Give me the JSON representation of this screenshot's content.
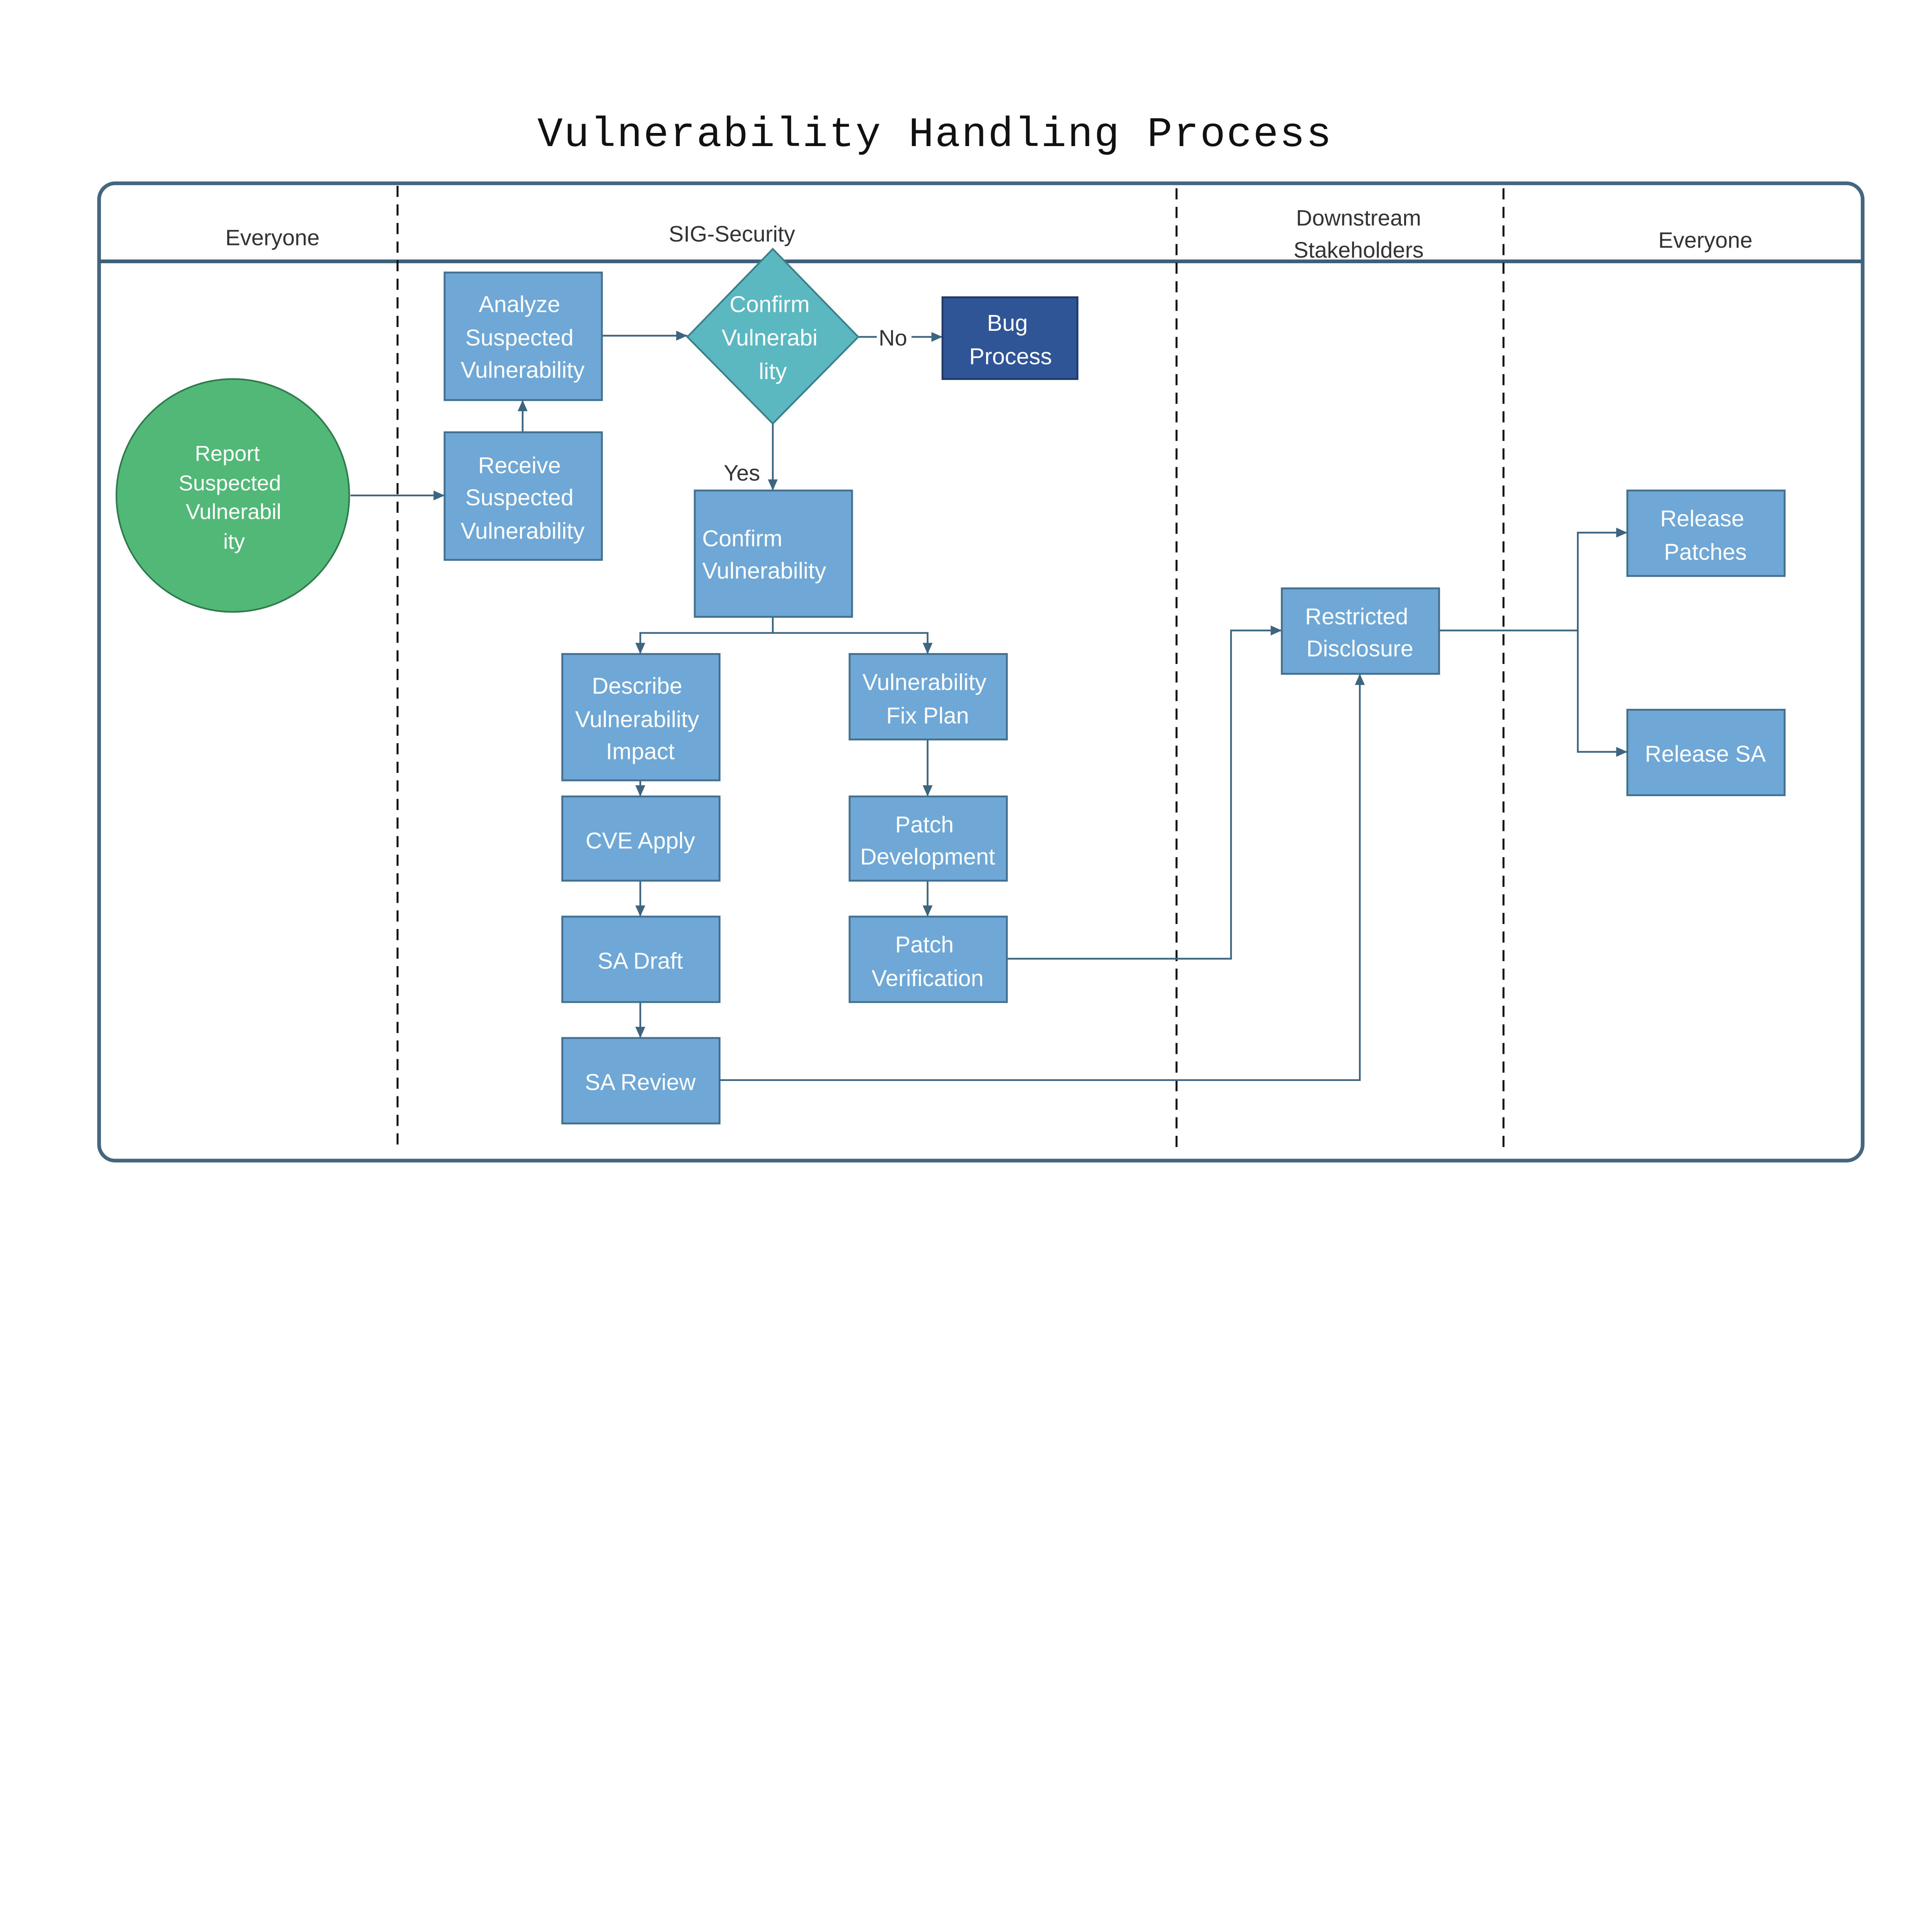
{
  "title": "Vulnerability Handling Process",
  "colors": {
    "frame": "#44667f",
    "process_box": "#6fa8d6",
    "decision": "#5bb8c0",
    "bug_process": "#2f5597",
    "start": "#52b877"
  },
  "lanes": [
    {
      "lines": [
        "Everyone"
      ]
    },
    {
      "lines": [
        "SIG-Security"
      ]
    },
    {
      "lines": [
        "Downstream",
        "Stakeholders"
      ]
    },
    {
      "lines": [
        "Everyone"
      ]
    }
  ],
  "nodes": {
    "report": {
      "shape": "circle",
      "lines": [
        "Report",
        "Suspected",
        "Vulnerabil",
        "ity"
      ]
    },
    "analyze": {
      "shape": "rectangle",
      "lines": [
        "Analyze",
        "Suspected",
        "Vulnerability"
      ]
    },
    "receive": {
      "shape": "rectangle",
      "lines": [
        "Receive",
        "Suspected",
        "Vulnerability"
      ]
    },
    "decision": {
      "shape": "diamond",
      "lines": [
        "Confirm",
        "Vulnerabi",
        "lity"
      ]
    },
    "bug": {
      "shape": "rectangle",
      "lines": [
        "Bug",
        "Process"
      ]
    },
    "confirm": {
      "shape": "rectangle",
      "lines": [
        "Confirm",
        "Vulnerability"
      ]
    },
    "describe": {
      "shape": "rectangle",
      "lines": [
        "Describe",
        "Vulnerability",
        "Impact"
      ]
    },
    "fixplan": {
      "shape": "rectangle",
      "lines": [
        "Vulnerability",
        "Fix Plan"
      ]
    },
    "cve": {
      "shape": "rectangle",
      "lines": [
        "CVE Apply"
      ]
    },
    "patchdev": {
      "shape": "rectangle",
      "lines": [
        "Patch",
        "Development"
      ]
    },
    "sadraft": {
      "shape": "rectangle",
      "lines": [
        "SA Draft"
      ]
    },
    "patchver": {
      "shape": "rectangle",
      "lines": [
        "Patch",
        "Verification"
      ]
    },
    "sareview": {
      "shape": "rectangle",
      "lines": [
        "SA Review"
      ]
    },
    "restricted": {
      "shape": "rectangle",
      "lines": [
        "Restricted",
        "Disclosure"
      ]
    },
    "relpatches": {
      "shape": "rectangle",
      "lines": [
        "Release",
        "Patches"
      ]
    },
    "relsa": {
      "shape": "rectangle",
      "lines": [
        "Release SA"
      ]
    }
  },
  "edge_labels": {
    "no": "No",
    "yes": "Yes"
  }
}
